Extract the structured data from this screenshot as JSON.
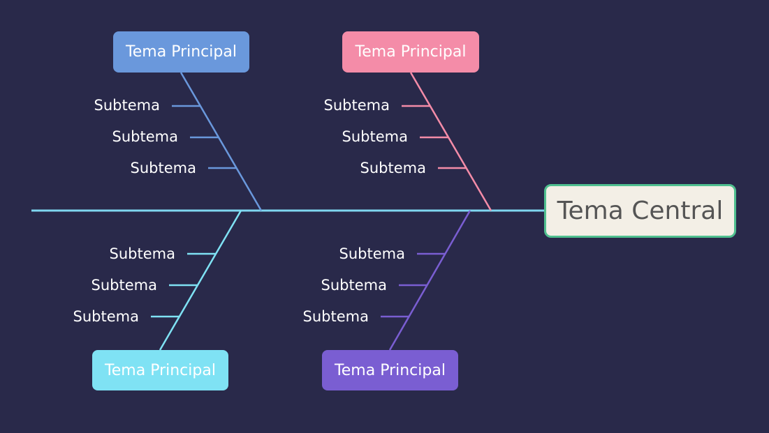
{
  "central_topic": "Tema Central",
  "main_topics": [
    {
      "label": "Tema Principal",
      "color": "#6a98dc",
      "subtopics": [
        "Subtema",
        "Subtema",
        "Subtema"
      ]
    },
    {
      "label": "Tema Principal",
      "color": "#f48ca8",
      "subtopics": [
        "Subtema",
        "Subtema",
        "Subtema"
      ]
    },
    {
      "label": "Tema Principal",
      "color": "#7fe2f4",
      "subtopics": [
        "Subtema",
        "Subtema",
        "Subtema"
      ]
    },
    {
      "label": "Tema Principal",
      "color": "#7a5ed2",
      "subtopics": [
        "Subtema",
        "Subtema",
        "Subtema"
      ]
    }
  ],
  "colors": {
    "background": "#29294a",
    "spine": "#7fd6f0",
    "central_fill": "#f3efe6",
    "central_border": "#4fbf8f",
    "central_text": "#555555"
  }
}
